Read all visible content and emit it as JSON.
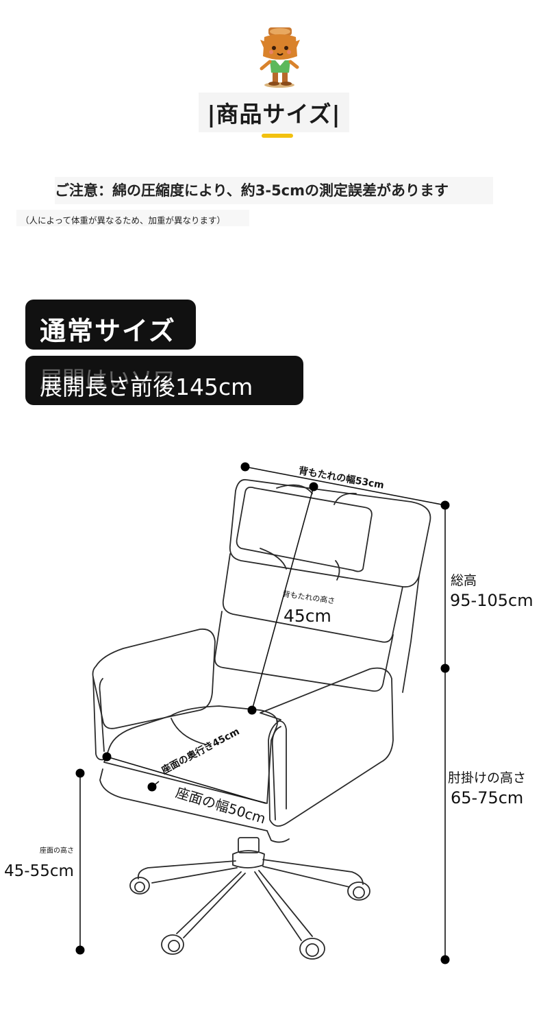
{
  "header": {
    "title": "|商品サイズ|",
    "accent_color": "#f2c10f",
    "mascot_icon": "tree-stump-mascot-icon"
  },
  "notes": {
    "main": "ご注意：綿の圧縮度により、約3-5cmの測定誤差があります",
    "sub": "（人によって体重が異なるため、加重が異なります）"
  },
  "labels": {
    "normal_size": "通常サイズ",
    "unfolded_ghost": "展開はいソワ",
    "unfolded_length": "展開長さ前後145cm"
  },
  "dimensions": {
    "backrest_width": "背もたれの幅53cm",
    "backrest_height_label": "背もたれの高さ",
    "backrest_height_value": "45cm",
    "total_height_label": "総高",
    "total_height_value": "95-105cm",
    "armrest_height_label": "肘掛けの高さ",
    "armrest_height_value": "65-75cm",
    "seat_depth": "座面の奥行き45cm",
    "seat_width": "座面の幅50cm",
    "seat_height_label": "座面の高さ",
    "seat_height_value": "45-55cm"
  }
}
